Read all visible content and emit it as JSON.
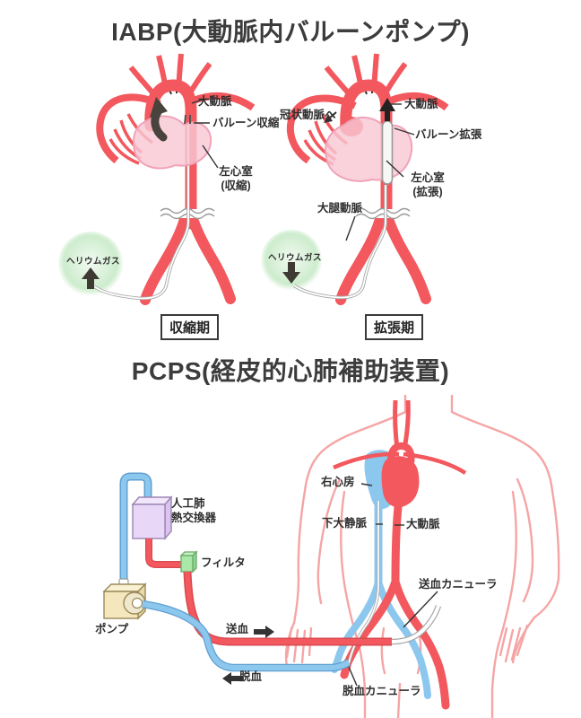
{
  "iabp": {
    "title": "IABP(大動脈内バルーンポンプ)",
    "systole": {
      "aorta": "大動脈",
      "balloon": "バルーン収縮",
      "ventricle": "左心室\n(収縮)",
      "helium": "ヘリウムガス",
      "phase": "収縮期"
    },
    "diastole": {
      "coronary": "冠状動脈へ",
      "aorta": "大動脈",
      "balloon": "バルーン拡張",
      "ventricle": "左心室\n(拡張)",
      "femoral": "大腿動脈",
      "helium": "ヘリウムガス",
      "phase": "拡張期"
    }
  },
  "pcps": {
    "title": "PCPS(経皮的心肺補助装置)",
    "oxygenator": "人工肺\n熱交換器",
    "filter": "フィルタ",
    "pump": "ポンプ",
    "send_blood": "送血",
    "drain_blood": "脱血",
    "right_atrium": "右心房",
    "ivc": "下大静脈",
    "aorta": "大動脈",
    "send_cannula": "送血カニューラ",
    "drain_cannula": "脱血カニューラ"
  },
  "colors": {
    "artery": "#f2585d",
    "vein": "#8cc7ee",
    "heart": "#f8c8d4",
    "heart_border": "#f0a2b8",
    "body_outline": "#f5a5a5",
    "helium_green": "#d5efd5",
    "oxygenator_purple": "#e9d7f7",
    "filter_green": "#a9e8a9",
    "pump_yellow": "#f4e7bd",
    "text": "#333333"
  }
}
